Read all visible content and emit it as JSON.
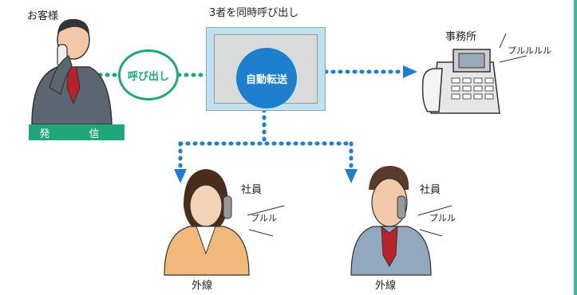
{
  "labels": {
    "customer": "お客様",
    "simultaneous_call": "3者を同時呼び出し",
    "call": "呼び出し",
    "auto_transfer": "自動転送",
    "office": "事務所",
    "ring_long": "プルルルル",
    "outgoing": "発　信",
    "employee": "社員",
    "ring_short": "プルル",
    "outside_line": "外線"
  },
  "colors": {
    "green": "#1fa67a",
    "blue": "#1e7fcf",
    "panel_bg": "#bfe0ef",
    "accent_border": "#3cb8a0"
  }
}
